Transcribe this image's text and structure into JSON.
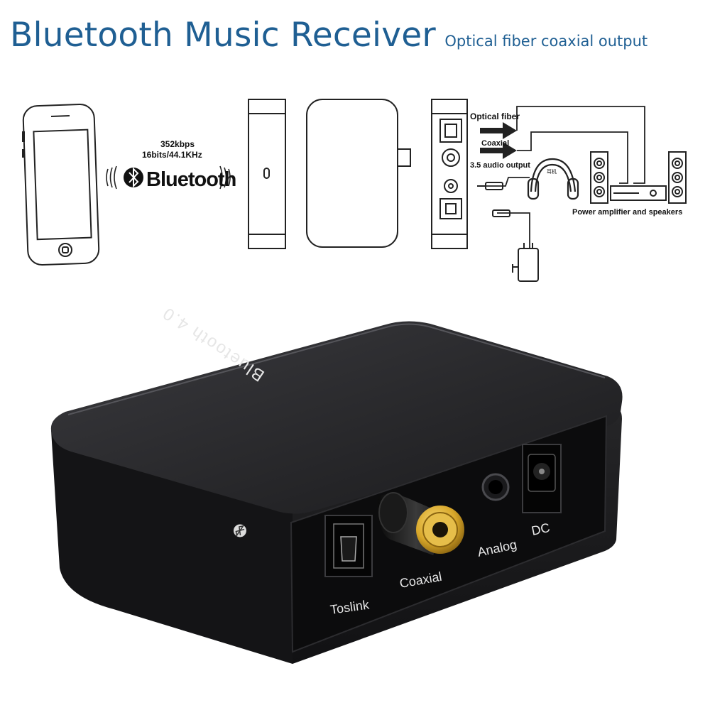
{
  "header": {
    "title": "Bluetooth Music Receiver",
    "subtitle": "Optical fiber coaxial output"
  },
  "diagram": {
    "bitrate": "352kbps",
    "sample_format": "16bits/44.1KHz",
    "bluetooth_word": "Bluetooth",
    "optical_label": "Optical fiber",
    "coaxial_label": "Coaxial",
    "audio_label": "3.5 audio output",
    "headphone_label": "耳机",
    "amp_label": "Power amplifier and speakers"
  },
  "product": {
    "top_logo": "Bluetooth 4.0",
    "ports": [
      "Toslink",
      "Coaxial",
      "Analog",
      "DC"
    ]
  },
  "colors": {
    "title": "#1f5f93",
    "device_body": "#1d1d1f",
    "rca_gold": "#d8a72a"
  }
}
